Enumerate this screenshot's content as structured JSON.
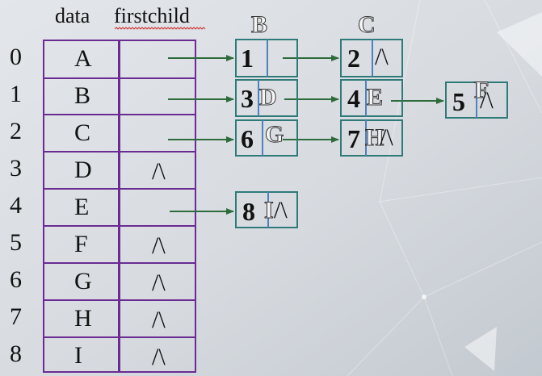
{
  "headers": {
    "data": "data",
    "firstchild": "firstchild"
  },
  "null_symbol": "/\\",
  "rows": [
    {
      "index": "0",
      "data": "A",
      "has_null": false
    },
    {
      "index": "1",
      "data": "B",
      "has_null": false
    },
    {
      "index": "2",
      "data": "C",
      "has_null": false
    },
    {
      "index": "3",
      "data": "D",
      "has_null": true
    },
    {
      "index": "4",
      "data": "E",
      "has_null": false
    },
    {
      "index": "5",
      "data": "F",
      "has_null": true
    },
    {
      "index": "6",
      "data": "G",
      "has_null": true
    },
    {
      "index": "7",
      "data": "H",
      "has_null": true
    },
    {
      "index": "8",
      "data": "I",
      "has_null": true
    }
  ],
  "nodes": [
    {
      "id": "n1",
      "value": "1",
      "label": "B",
      "tail_null": false
    },
    {
      "id": "n2",
      "value": "2",
      "label": "C",
      "tail_null": true
    },
    {
      "id": "n3",
      "value": "3",
      "label": "D",
      "tail_null": false
    },
    {
      "id": "n4",
      "value": "4",
      "label": "E",
      "tail_null": false
    },
    {
      "id": "n5",
      "value": "5",
      "label": "F",
      "tail_null": true
    },
    {
      "id": "n6",
      "value": "6",
      "label": "G",
      "tail_null": false
    },
    {
      "id": "n7",
      "value": "7",
      "label": "H",
      "tail_null": true
    },
    {
      "id": "n8",
      "value": "8",
      "label": "I",
      "tail_null": true
    }
  ],
  "colors": {
    "table_border": "#6a2b93",
    "node_border": "#2f7a78",
    "node_divider": "#4f81bd",
    "arrow": "#2e6b3a"
  }
}
